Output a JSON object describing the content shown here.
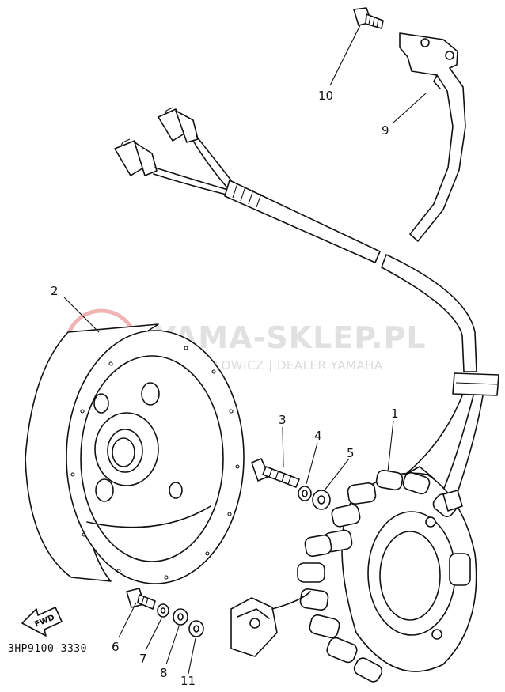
{
  "diagram": {
    "part_numbers": [
      "1",
      "2",
      "3",
      "4",
      "5",
      "6",
      "7",
      "8",
      "9",
      "10",
      "11"
    ],
    "catalog_code": "3HP9100-3330",
    "direction_marker": "FWD",
    "watermark": {
      "title": "YAMA-SKLEP.PL",
      "subtitle": "W. SIEDLOWICZ | DEALER YAMAHA"
    },
    "colors": {
      "line": "#111111",
      "watermark_logo": "#e05a5a",
      "watermark_text": "#c9c9c9"
    }
  }
}
